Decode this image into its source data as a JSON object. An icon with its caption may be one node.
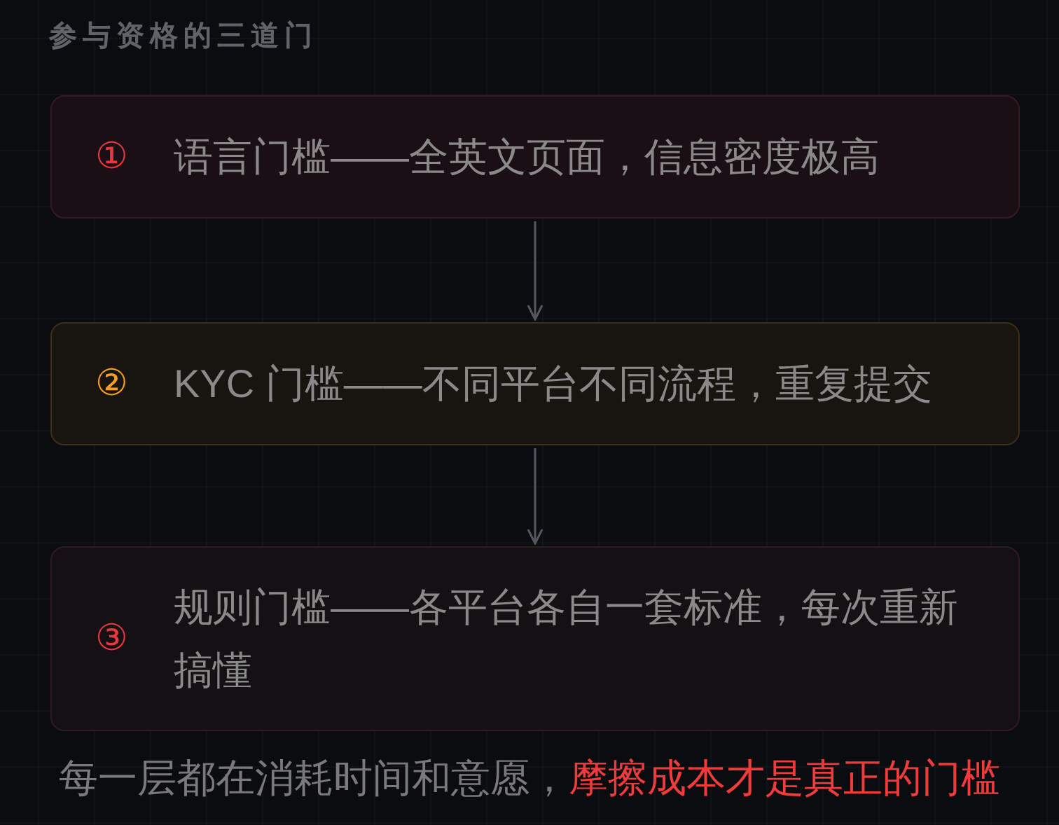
{
  "diagram": {
    "title": "参与资格的三道门",
    "caption": "每一层都在消耗时间和意愿，**摩擦成本才是真正的门槛**",
    "nodes": [
      {
        "text": [
          "①",
          "语言门槛——全英文页面，信息密度极高"
        ]
      },
      {
        "text": [
          "②",
          "KYC 门槛——不同平台不同流程，重复提交"
        ]
      },
      {
        "text": [
          "③",
          "规则门槛——各平台各自一套标准，每次重新搞懂"
        ]
      }
    ],
    "edges": [
      {
        "from": 0,
        "to": 1,
        "arrow": "to"
      },
      {
        "from": 1,
        "to": 2,
        "arrow": "to"
      }
    ]
  }
}
